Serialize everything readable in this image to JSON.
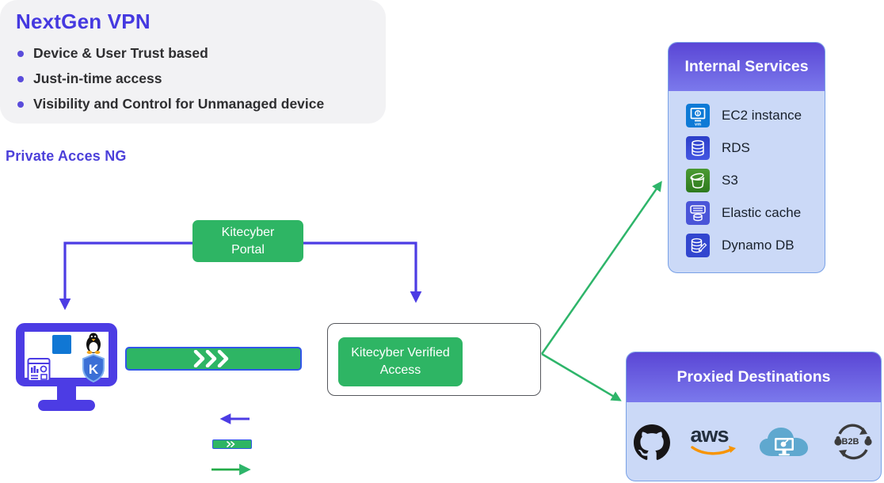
{
  "info_card": {
    "title": "NextGen VPN",
    "bullets": [
      "Device & User Trust based",
      "Just-in-time access",
      "Visibility and Control for Unmanaged device"
    ]
  },
  "private_access_label": "Private Acces NG",
  "portal": {
    "label": "Kitecyber Portal"
  },
  "verified": {
    "label": "Kitecyber Verified Access"
  },
  "internal_services": {
    "title": "Internal Services",
    "items": [
      {
        "icon": "ec2-icon",
        "label": "EC2 instance",
        "badge": "vm"
      },
      {
        "icon": "rds-icon",
        "label": "RDS"
      },
      {
        "icon": "s3-icon",
        "label": "S3"
      },
      {
        "icon": "elastic-cache-icon",
        "label": "Elastic cache"
      },
      {
        "icon": "dynamo-db-icon",
        "label": "Dynamo DB"
      }
    ]
  },
  "proxied": {
    "title": "Proxied Destinations",
    "aws_text": "aws",
    "b2b_text": "B2B",
    "icons": [
      "github-icon",
      "aws-icon",
      "cloud-desktop-icon",
      "b2b-exchange-icon"
    ]
  },
  "device": {
    "icons": [
      "windows-icon",
      "linux-tux-icon",
      "dashboard-icon",
      "kitecyber-shield-icon"
    ],
    "shield_letter": "K"
  },
  "colors": {
    "green": "#2eb564",
    "purple_line": "#4c3ce4",
    "green_arrow": "#2eb56a",
    "header_gradient_top": "#5a46d5",
    "header_gradient_bottom": "#7b79ec",
    "panel_body": "#cbd9f7",
    "title_purple": "#4539e0",
    "card_bg": "#f2f2f4"
  }
}
